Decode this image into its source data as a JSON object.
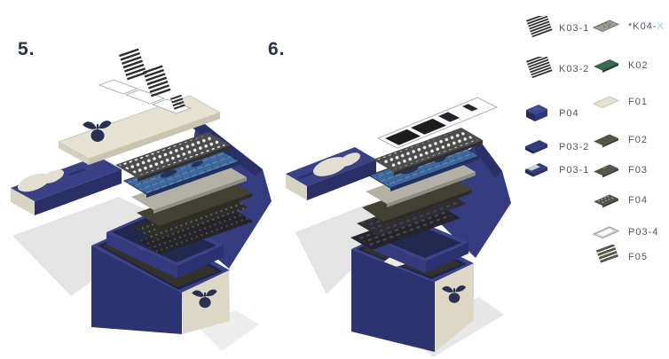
{
  "figures": [
    {
      "number": "5."
    },
    {
      "number": "6."
    }
  ],
  "legend": {
    "col1": [
      {
        "id": "K03-1",
        "label": "K03-1",
        "icon": "keycap-row-stack-icon"
      },
      {
        "id": "K03-2",
        "label": "K03-2",
        "icon": "keycap-row-stack-icon"
      },
      {
        "id": "P04",
        "label": "P04",
        "icon": "navy-box-icon"
      },
      {
        "id": "P03-2",
        "label": "P03-2",
        "icon": "navy-tray-icon"
      },
      {
        "id": "P03-1",
        "label": "P03-1",
        "icon": "navy-tray-lid-icon"
      }
    ],
    "col2": [
      {
        "id": "K04-X",
        "prefix": "*K04-",
        "suffix": "X",
        "icon": "grey-keycap-bar-icon"
      },
      {
        "id": "K02",
        "label": "K02",
        "icon": "green-plate-icon"
      },
      {
        "id": "F01",
        "label": "F01",
        "icon": "cream-plate-icon"
      },
      {
        "id": "F02",
        "label": "F02",
        "icon": "olive-plate-icon"
      },
      {
        "id": "F03",
        "label": "F03",
        "icon": "olive-notched-plate-icon"
      },
      {
        "id": "F04",
        "label": "F04",
        "icon": "olive-perforated-plate-icon"
      },
      {
        "id": "P03-4",
        "label": "P03-4",
        "icon": "outline-tray-icon"
      },
      {
        "id": "F05",
        "label": "F05",
        "icon": "olive-strip-stack-icon"
      }
    ]
  },
  "colors": {
    "navy": "#2d3371",
    "navy_light": "#3b4287",
    "navy_dark": "#262b5c",
    "cream": "#ddd8c6",
    "pcb_blue": "#3f689c",
    "plate_grey": "#4d4d4d",
    "light_grey_plate": "#b3b0a6",
    "olive": "#55544a",
    "green": "#2e5a45",
    "keycap_dark": "#2c2c2e",
    "highlight_blue": "#8ecae8",
    "label_text": "#4e5462",
    "shadow": "#e4e4e4",
    "background": "#ffffff"
  }
}
